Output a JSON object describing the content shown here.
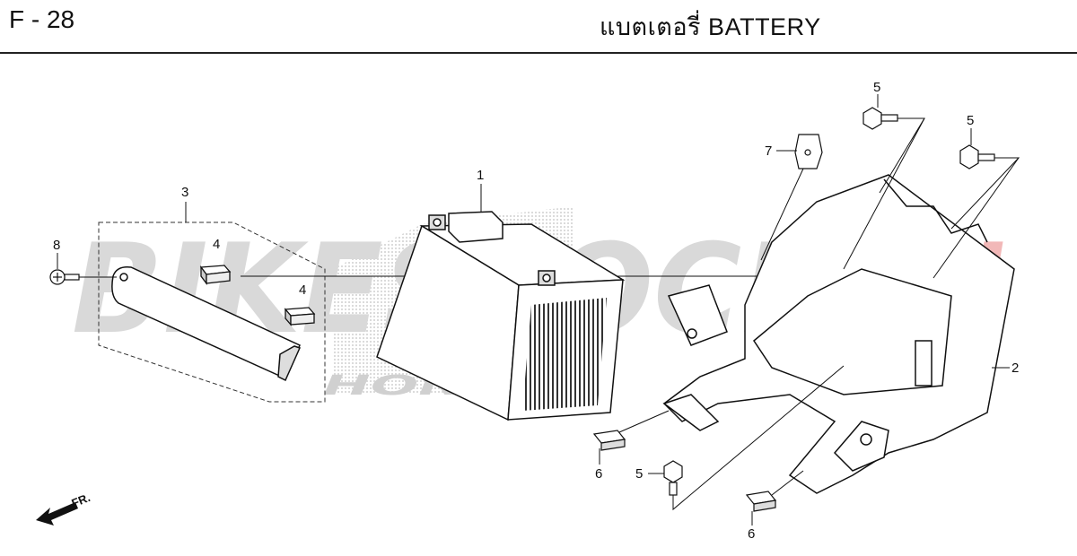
{
  "header": {
    "page_code": "F - 28",
    "title": "แบตเตอรี่  BATTERY"
  },
  "watermark": {
    "brand_main": "BIKESTOCK",
    "brand_accent": "VN",
    "brand_sub": "HONDA",
    "main_color": "#d9d9d9",
    "accent_color": "#f2b8b8"
  },
  "callouts": {
    "battery": "1",
    "battery_box": "2",
    "battery_band": "3",
    "cushion_a": "4",
    "cushion_b": "4",
    "bolt_top_left": "5",
    "bolt_top_right": "5",
    "bolt_bottom": "5",
    "clip_left": "6",
    "clip_right": "6",
    "clip_top": "7",
    "screw": "8"
  },
  "direction_arrow": {
    "label": "FR."
  }
}
